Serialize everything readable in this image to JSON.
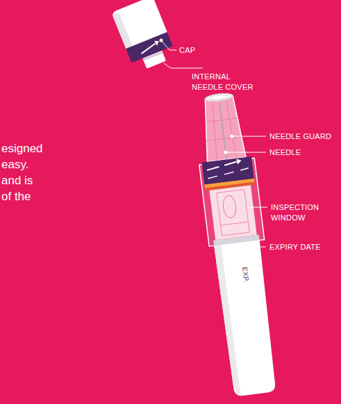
{
  "diagram": {
    "labels": [
      "CAP",
      "INTERNAL NEEDLE COVER",
      "NEEDLE GUARD",
      "NEEDLE",
      "INSPECTION WINDOW",
      "EXPIRY DATE",
      "EXP.",
      "esigned",
      "easy.",
      "and is",
      "of the"
    ]
  }
}
